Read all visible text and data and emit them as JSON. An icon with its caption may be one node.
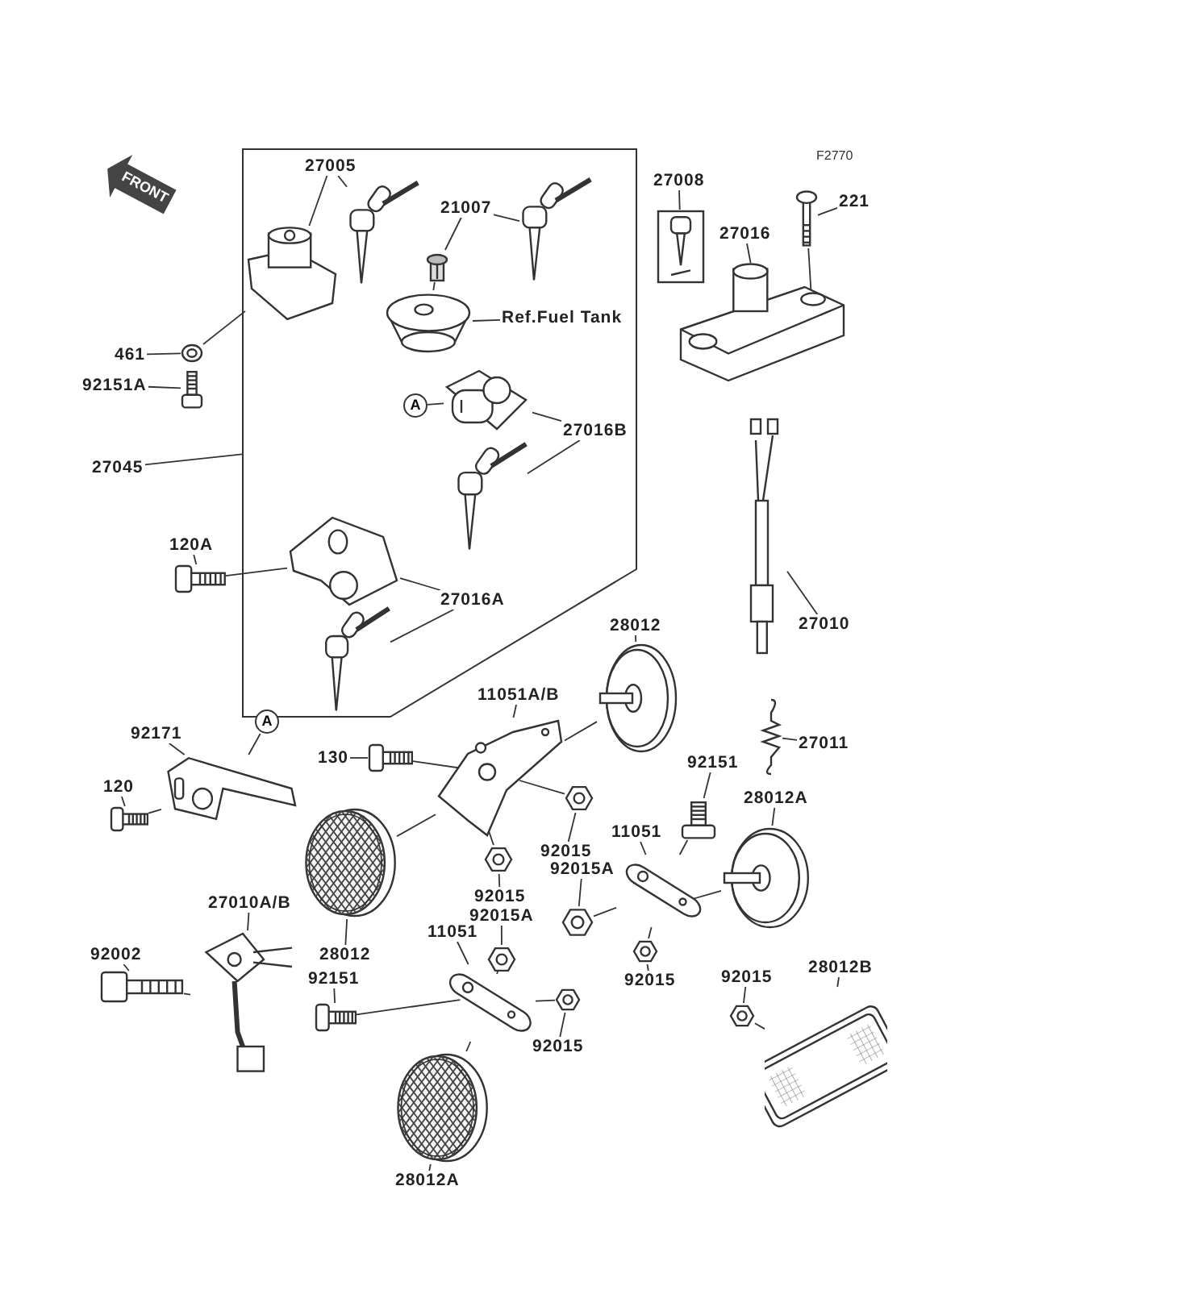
{
  "diagram": {
    "nodes": [
      {
        "text": [],
        "shape": "box"
      },
      {
        "text": [
          "27005"
        ],
        "in": 0
      },
      {
        "text": [],
        "shape": "picture",
        "in": 0
      },
      {
        "text": [],
        "shape": "picture",
        "in": 0
      },
      {
        "text": [
          "21007"
        ],
        "in": 0
      },
      {
        "text": [],
        "shape": "picture",
        "in": 0
      },
      {
        "text": [],
        "shape": "picture",
        "in": 0
      },
      {
        "text": [
          "Ref.Fuel Tank"
        ],
        "in": 0
      },
      {
        "text": [],
        "shape": "picture",
        "in": 0
      },
      {
        "text": [
          "461"
        ]
      },
      {
        "text": [],
        "shape": "picture"
      },
      {
        "text": [
          "92151A"
        ]
      },
      {
        "text": [],
        "shape": "picture"
      },
      {
        "text": [
          "27045"
        ]
      },
      {
        "text": [
          "A"
        ],
        "in": 0
      },
      {
        "text": [
          "27016B"
        ],
        "in": 0
      },
      {
        "text": [],
        "shape": "picture",
        "in": 0
      },
      {
        "text": [],
        "shape": "picture",
        "in": 0
      },
      {
        "text": [
          "120A"
        ]
      },
      {
        "text": [],
        "shape": "picture"
      },
      {
        "text": [
          "27016A"
        ],
        "in": 0
      },
      {
        "text": [],
        "shape": "picture",
        "in": 0
      },
      {
        "text": [],
        "shape": "picture",
        "in": 0
      },
      {
        "text": [
          "27008"
        ]
      },
      {
        "text": [],
        "shape": "picture"
      },
      {
        "text": [
          "221"
        ]
      },
      {
        "text": [],
        "shape": "picture"
      },
      {
        "text": [
          "27016"
        ]
      },
      {
        "text": [],
        "shape": "picture"
      },
      {
        "text": [
          "28012"
        ]
      },
      {
        "text": [],
        "shape": "picture"
      },
      {
        "text": [
          "27010"
        ]
      },
      {
        "text": [],
        "shape": "picture"
      },
      {
        "text": [
          "11051A/B"
        ]
      },
      {
        "text": [],
        "shape": "picture"
      },
      {
        "text": [
          "27011"
        ]
      },
      {
        "text": [],
        "shape": "picture"
      },
      {
        "text": [
          "92171"
        ]
      },
      {
        "text": [
          "A"
        ]
      },
      {
        "text": [],
        "shape": "picture"
      },
      {
        "text": [
          "130"
        ]
      },
      {
        "text": [],
        "shape": "picture"
      },
      {
        "text": [
          "120"
        ]
      },
      {
        "text": [],
        "shape": "picture"
      },
      {
        "text": [
          "92015"
        ]
      },
      {
        "text": [],
        "shape": "picture"
      },
      {
        "text": [
          "92151"
        ]
      },
      {
        "text": [],
        "shape": "picture"
      },
      {
        "text": [
          "28012A"
        ]
      },
      {
        "text": [],
        "shape": "picture"
      },
      {
        "text": [
          "92015"
        ]
      },
      {
        "text": [],
        "shape": "picture"
      },
      {
        "text": [
          "11051"
        ]
      },
      {
        "text": [],
        "shape": "picture"
      },
      {
        "text": [
          "92015A"
        ]
      },
      {
        "text": [],
        "shape": "picture"
      },
      {
        "text": [
          "92015A"
        ]
      },
      {
        "text": [],
        "shape": "picture"
      },
      {
        "text": [
          "28012"
        ]
      },
      {
        "text": [],
        "shape": "picture"
      },
      {
        "text": [
          "27010A/B"
        ]
      },
      {
        "text": [],
        "shape": "picture"
      },
      {
        "text": [
          "92002"
        ]
      },
      {
        "text": [],
        "shape": "picture"
      },
      {
        "text": [
          "11051"
        ]
      },
      {
        "text": [],
        "shape": "picture"
      },
      {
        "text": [
          "92015"
        ]
      },
      {
        "text": [],
        "shape": "picture"
      },
      {
        "text": [
          "92151"
        ]
      },
      {
        "text": [],
        "shape": "picture"
      },
      {
        "text": [
          "92015"
        ]
      },
      {
        "text": [],
        "shape": "picture"
      },
      {
        "text": [
          "92015"
        ]
      },
      {
        "text": [],
        "shape": "picture"
      },
      {
        "text": [
          "28012A"
        ]
      },
      {
        "text": [],
        "shape": "picture"
      },
      {
        "text": [
          "28012B"
        ]
      },
      {
        "text": [],
        "shape": "picture"
      }
    ],
    "edges": [
      {
        "from": 1,
        "to": 2,
        "arrow": "none"
      },
      {
        "from": 1,
        "to": 3,
        "arrow": "none"
      },
      {
        "from": 4,
        "to": 5,
        "arrow": "none"
      },
      {
        "from": 4,
        "to": 6,
        "arrow": "none"
      },
      {
        "from": 7,
        "to": 8,
        "arrow": "none"
      },
      {
        "from": 9,
        "to": 10,
        "arrow": "none"
      },
      {
        "from": 11,
        "to": 12,
        "arrow": "none"
      },
      {
        "from": 13,
        "to": 0,
        "arrow": "none"
      },
      {
        "from": 14,
        "to": 16,
        "arrow": "none"
      },
      {
        "from": 15,
        "to": 16,
        "arrow": "none"
      },
      {
        "from": 15,
        "to": 17,
        "arrow": "none"
      },
      {
        "from": 18,
        "to": 19,
        "arrow": "none"
      },
      {
        "from": 20,
        "to": 21,
        "arrow": "none"
      },
      {
        "from": 20,
        "to": 22,
        "arrow": "none"
      },
      {
        "from": 23,
        "to": 24,
        "arrow": "none"
      },
      {
        "from": 25,
        "to": 26,
        "arrow": "none"
      },
      {
        "from": 27,
        "to": 28,
        "arrow": "none"
      },
      {
        "from": 29,
        "to": 30,
        "arrow": "none"
      },
      {
        "from": 31,
        "to": 32,
        "arrow": "none"
      },
      {
        "from": 33,
        "to": 34,
        "arrow": "none"
      },
      {
        "from": 35,
        "to": 36,
        "arrow": "none"
      },
      {
        "from": 37,
        "to": 39,
        "arrow": "none"
      },
      {
        "from": 38,
        "to": 39,
        "arrow": "none"
      },
      {
        "from": 40,
        "to": 41,
        "arrow": "none"
      },
      {
        "from": 42,
        "to": 43,
        "arrow": "none"
      },
      {
        "from": 44,
        "to": 45,
        "arrow": "none"
      },
      {
        "from": 46,
        "to": 47,
        "arrow": "none"
      },
      {
        "from": 48,
        "to": 49,
        "arrow": "none"
      },
      {
        "from": 50,
        "to": 51,
        "arrow": "none"
      },
      {
        "from": 52,
        "to": 53,
        "arrow": "none"
      },
      {
        "from": 54,
        "to": 55,
        "arrow": "none"
      },
      {
        "from": 56,
        "to": 57,
        "arrow": "none"
      },
      {
        "from": 58,
        "to": 59,
        "arrow": "none"
      },
      {
        "from": 60,
        "to": 61,
        "arrow": "none"
      },
      {
        "from": 62,
        "to": 63,
        "arrow": "none"
      },
      {
        "from": 64,
        "to": 65,
        "arrow": "none"
      },
      {
        "from": 66,
        "to": 67,
        "arrow": "none"
      },
      {
        "from": 68,
        "to": 69,
        "arrow": "none"
      },
      {
        "from": 70,
        "to": 71,
        "arrow": "none"
      },
      {
        "from": 72,
        "to": 73,
        "arrow": "none"
      },
      {
        "from": 74,
        "to": 75,
        "arrow": "none"
      },
      {
        "from": 76,
        "to": 77,
        "arrow": "none"
      },
      {
        "from": 10,
        "to": 2,
        "arrow": "none"
      },
      {
        "from": 5,
        "to": 8,
        "arrow": "none"
      },
      {
        "from": 19,
        "to": 21,
        "arrow": "none"
      },
      {
        "from": 26,
        "to": 28,
        "arrow": "none"
      },
      {
        "from": 41,
        "to": 34,
        "arrow": "none"
      },
      {
        "from": 59,
        "to": 34,
        "arrow": "none"
      },
      {
        "from": 51,
        "to": 34,
        "arrow": "none"
      },
      {
        "from": 30,
        "to": 34,
        "arrow": "none"
      },
      {
        "from": 45,
        "to": 34,
        "arrow": "none"
      },
      {
        "from": 43,
        "to": 39,
        "arrow": "none"
      },
      {
        "from": 63,
        "to": 61,
        "arrow": "none"
      },
      {
        "from": 69,
        "to": 65,
        "arrow": "none"
      },
      {
        "from": 75,
        "to": 65,
        "arrow": "none"
      },
      {
        "from": 73,
        "to": 65,
        "arrow": "none"
      },
      {
        "from": 57,
        "to": 65,
        "arrow": "none"
      },
      {
        "from": 47,
        "to": 53,
        "arrow": "none"
      },
      {
        "from": 49,
        "to": 53,
        "arrow": "none"
      },
      {
        "from": 55,
        "to": 53,
        "arrow": "none"
      },
      {
        "from": 67,
        "to": 53,
        "arrow": "none"
      },
      {
        "from": 71,
        "to": 77,
        "arrow": "none"
      }
    ],
    "labels": [
      "FRONT",
      "F2770"
    ]
  }
}
